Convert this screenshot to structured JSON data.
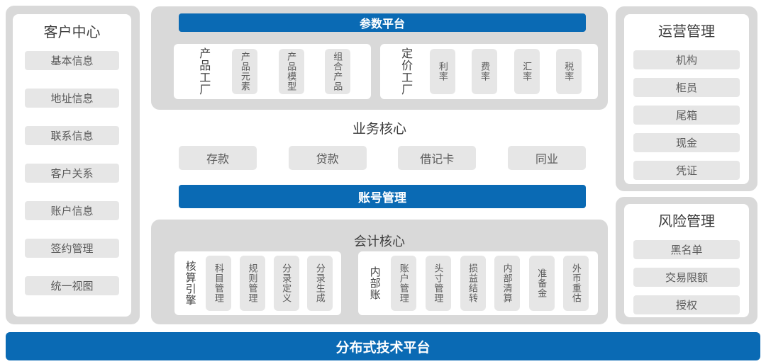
{
  "colors": {
    "accent_blue": "#0a6ab4",
    "container_gray": "#d9d9d9",
    "pill_gray": "#e6e6e6",
    "card_white": "#ffffff",
    "title_text": "#3d3d3d",
    "item_text": "#5a5a5a"
  },
  "customer_center": {
    "title": "客户中心",
    "items": [
      "基本信息",
      "地址信息",
      "联系信息",
      "客户关系",
      "账户信息",
      "签约管理",
      "统一视图"
    ]
  },
  "parameter_platform": {
    "title": "参数平台",
    "product_factory": {
      "label": "产品工厂",
      "items": [
        "产品元素",
        "产品模型",
        "组合产品"
      ]
    },
    "pricing_factory": {
      "label": "定价工厂",
      "items": [
        "利率",
        "费率",
        "汇率",
        "税率"
      ]
    }
  },
  "business_core": {
    "title": "业务核心",
    "items": [
      "存款",
      "贷款",
      "借记卡",
      "同业"
    ]
  },
  "account_management": {
    "title": "账号管理"
  },
  "accounting_core": {
    "title": "会计核心",
    "engine_group": {
      "label": "核算引擎",
      "items": [
        "科目管理",
        "规则管理",
        "分录定义",
        "分录生成"
      ]
    },
    "internal_group": {
      "label": "内部账",
      "items": [
        "账户管理",
        "头寸管理",
        "损益结转",
        "内部清算",
        "准备金",
        "外币重估"
      ]
    }
  },
  "operation_management": {
    "title": "运营管理",
    "items": [
      "机构",
      "柜员",
      "尾箱",
      "现金",
      "凭证"
    ]
  },
  "risk_management": {
    "title": "风险管理",
    "items": [
      "黑名单",
      "交易限额",
      "授权"
    ]
  },
  "tech_platform": {
    "title": "分布式技术平台"
  }
}
